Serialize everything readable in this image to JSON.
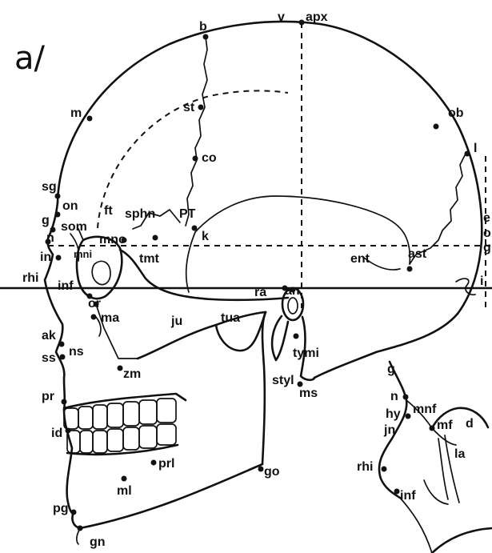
{
  "figure": {
    "panel_label": "a/",
    "labels": {
      "b": "b",
      "v": "v",
      "apx": "apx",
      "m": "m",
      "st": "st",
      "ob": "ob",
      "co": "co",
      "l": "l",
      "sg": "sg",
      "on": "on",
      "ft": "ft",
      "sphn": "sphn",
      "PT": "PT",
      "g": "g",
      "som": "som",
      "n": "n",
      "mno": "mno",
      "k": "k",
      "mni": "mni",
      "in": "in",
      "tmt": "tmt",
      "ent": "ent",
      "ast": "ast",
      "rhi": "rhi",
      "inf": "inf",
      "or": "or",
      "ra": "ra",
      "an": "an",
      "ma": "ma",
      "ju": "ju",
      "tua": "tua",
      "ak": "ak",
      "ns": "ns",
      "ss": "ss",
      "tymi": "tymi",
      "zm": "zm",
      "styl": "styl",
      "ms": "ms",
      "pr": "pr",
      "id": "id",
      "prl": "prl",
      "ml": "ml",
      "go": "go",
      "pg": "pg",
      "gn": "gn",
      "inset_g": "g",
      "inset_n": "n",
      "hy": "hy",
      "mnf": "mnf",
      "jn": "jn",
      "mf": "mf",
      "d": "d",
      "la": "la",
      "inset_rhi": "rhi",
      "inset_inf": "inf",
      "edge_e": "e",
      "edge_o": "o",
      "edge_g": "g",
      "edge_i": "i"
    }
  }
}
